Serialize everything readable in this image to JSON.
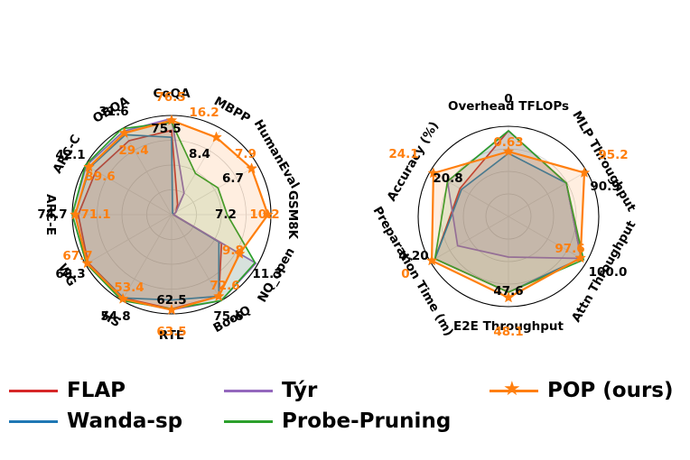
{
  "colors": {
    "FLAP": "#d62728",
    "Wanda-sp": "#1f77b4",
    "Tyr": "#9467bd",
    "Probe-Pruning": "#2ca02c",
    "POP": "#ff7f0e",
    "label_black": "#000000",
    "label_orange": "#ff7f0e"
  },
  "legend": [
    {
      "key": "FLAP",
      "label": "FLAP",
      "color": "#d62728",
      "marker": "none"
    },
    {
      "key": "Wanda-sp",
      "label": "Wanda-sp",
      "color": "#1f77b4",
      "marker": "none"
    },
    {
      "key": "Tyr",
      "label": "Týr",
      "color": "#9467bd",
      "marker": "none"
    },
    {
      "key": "Probe-Pruning",
      "label": "Probe-Pruning",
      "color": "#2ca02c",
      "marker": "none"
    },
    {
      "key": "POP",
      "label": "POP (ours)",
      "color": "#ff7f0e",
      "marker": "star"
    }
  ],
  "chart_data": [
    {
      "type": "radar",
      "title": "",
      "axes": [
        "CoQA",
        "MBPP",
        "HumanEval",
        "GSM8K",
        "NQ_open",
        "BoolQ",
        "RTE",
        "HS",
        "WG",
        "ARC-E",
        "ARC-C",
        "OBQA"
      ],
      "value_labels": [
        {
          "axis": "CoQA",
          "black": "75.5",
          "orange": "76.5"
        },
        {
          "axis": "MBPP",
          "black": "8.4",
          "orange": "16.2"
        },
        {
          "axis": "HumanEval",
          "black": "6.7",
          "orange": "7.9"
        },
        {
          "axis": "GSM8K",
          "black": "7.2",
          "orange": "10.2"
        },
        {
          "axis": "NQ_open",
          "black": "11.3",
          "orange": "9.8"
        },
        {
          "axis": "BoolQ",
          "black": "75.6",
          "orange": "72.6"
        },
        {
          "axis": "RTE",
          "black": "62.5",
          "orange": "63.5"
        },
        {
          "axis": "HS",
          "black": "54.8",
          "orange": "53.4"
        },
        {
          "axis": "WG",
          "black": "68.3",
          "orange": "67.7"
        },
        {
          "axis": "ARC-E",
          "black": "74.7",
          "orange": "71.1"
        },
        {
          "axis": "ARC-C",
          "black": "42.1",
          "orange": "39.6"
        },
        {
          "axis": "OBQA",
          "black": "31.6",
          "orange": "29.4"
        }
      ],
      "rlim": [
        0,
        1
      ],
      "grid": true,
      "series": [
        {
          "name": "FLAP",
          "values": [
            0.85,
            0.12,
            0.05,
            0.02,
            0.58,
            0.95,
            0.95,
            0.97,
            0.97,
            0.94,
            0.88,
            0.86
          ]
        },
        {
          "name": "Wanda-sp",
          "values": [
            0.78,
            0.02,
            0.02,
            0.02,
            0.55,
            0.95,
            0.86,
            0.97,
            0.98,
            0.97,
            0.95,
            0.93
          ]
        },
        {
          "name": "Týr",
          "values": [
            0.97,
            0.25,
            0.05,
            0.02,
            0.98,
            1.0,
            0.96,
            0.99,
            0.99,
            1.0,
            0.99,
            0.97
          ]
        },
        {
          "name": "Probe-Pruning",
          "values": [
            0.93,
            0.48,
            0.54,
            0.56,
            0.97,
            1.0,
            0.95,
            1.0,
            0.99,
            1.0,
            1.0,
            1.0
          ]
        },
        {
          "name": "POP (ours)",
          "values": [
            0.95,
            0.9,
            0.93,
            0.97,
            0.79,
            0.95,
            0.96,
            0.98,
            0.98,
            0.97,
            0.96,
            0.95
          ]
        }
      ]
    },
    {
      "type": "radar",
      "title": "",
      "axes": [
        "Overhead TFLOPs",
        "MLP Throughput",
        "Attn Throughput",
        "E2E Throughput",
        "Preparation Time (m)",
        "Accuracy (%)"
      ],
      "value_labels": [
        {
          "axis": "Overhead TFLOPs",
          "black": "0",
          "orange": "0.63"
        },
        {
          "axis": "MLP Throughput",
          "black": "90.9",
          "orange": "95.2"
        },
        {
          "axis": "Attn Throughput",
          "black": "100.0",
          "orange": "97.6"
        },
        {
          "axis": "E2E Throughput",
          "black": "47.6",
          "orange": "48.1"
        },
        {
          "axis": "Preparation Time (m)",
          "black": "4.20",
          "orange": "0"
        },
        {
          "axis": "Accuracy (%)",
          "black": "20.8",
          "orange": "24.1"
        }
      ],
      "rlim": [
        0,
        1
      ],
      "grid": true,
      "series": [
        {
          "name": "FLAP",
          "values": [
            0.95,
            0.74,
            0.93,
            0.84,
            0.94,
            0.62
          ]
        },
        {
          "name": "Wanda-sp",
          "values": [
            0.7,
            0.74,
            0.93,
            0.84,
            0.94,
            0.6
          ]
        },
        {
          "name": "Týr",
          "values": [
            0.95,
            0.74,
            0.93,
            0.45,
            0.65,
            0.78
          ]
        },
        {
          "name": "Probe-Pruning",
          "values": [
            0.95,
            0.74,
            0.96,
            0.84,
            0.94,
            0.78
          ]
        },
        {
          "name": "POP (ours)",
          "values": [
            0.72,
            0.97,
            0.92,
            0.9,
            0.98,
            0.96
          ]
        }
      ]
    }
  ]
}
